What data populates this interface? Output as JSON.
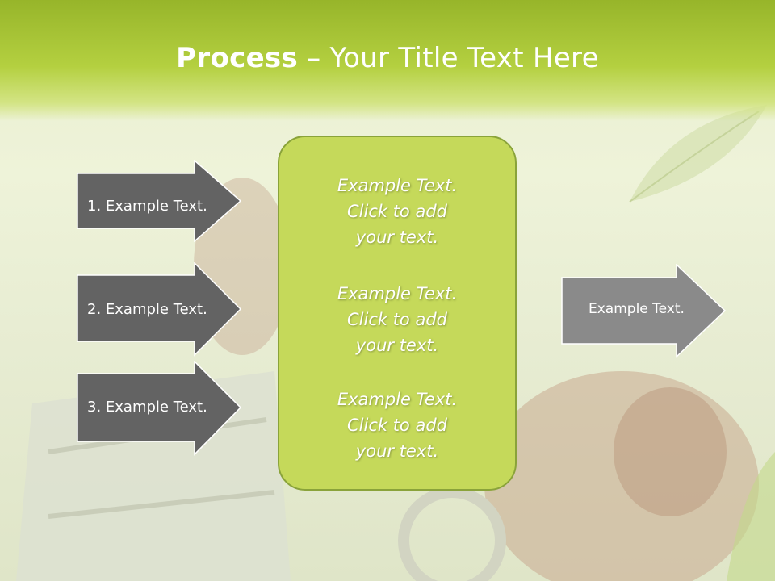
{
  "title": {
    "bold": "Process",
    "rest": " – Your Title Text Here"
  },
  "steps": [
    {
      "label": "1. Example Text."
    },
    {
      "label": "2. Example Text."
    },
    {
      "label": "3. Example Text."
    }
  ],
  "center_box": {
    "paragraphs": [
      {
        "line1": "Example Text.",
        "line2": "Click  to add",
        "line3": "your text."
      },
      {
        "line1": "Example Text.",
        "line2": "Click  to add",
        "line3": "your text."
      },
      {
        "line1": "Example Text.",
        "line2": "Click  to add",
        "line3": "your text."
      }
    ]
  },
  "output": {
    "label": "Example Text."
  },
  "colors": {
    "header_green": "#b4d040",
    "box_fill": "#c5d95a",
    "dark_arrow": "#636363",
    "output_arrow": "#8a8a8a"
  }
}
